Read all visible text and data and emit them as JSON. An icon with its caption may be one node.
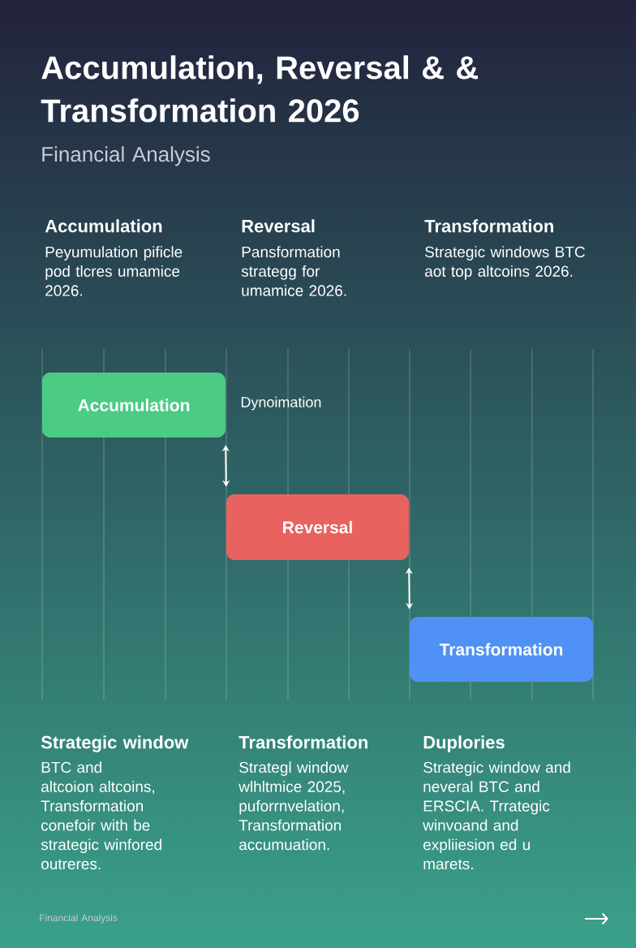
{
  "diagram": {
    "title": "Accumulation, Reversal & & Transformation 2026",
    "nodes": [
      {
        "text": [
          "Accumulation"
        ],
        "beside": [
          "Dynoimation"
        ]
      },
      {
        "text": [
          "Reversal"
        ]
      },
      {
        "text": [
          "Transformation"
        ]
      }
    ],
    "edges": [
      {
        "from": 0,
        "to": 1,
        "arrow": "both"
      },
      {
        "from": 1,
        "to": 2,
        "arrow": "both"
      }
    ],
    "labels": [
      "Financial Analysis",
      "Accumulation",
      "Peyumulation pificle pod tlcres umamice 2026.",
      "Reversal",
      "Pansformation strategg for umamice 2026.",
      "Transformation",
      "Strategic windows BTC aot top altcoins 2026.",
      "Strategic window",
      "BTC and altcoion altcoins, Transformation conefoir with be strategic winfored outreres.",
      "Transformation",
      "Strategl window wlhltmice 2025, puforrnvelation, Transformation accumuation.",
      "Duplories",
      "Strategic window and neveral BTC and ERSCIA. Trrategic winvoand and expliiesion ed u marets.",
      "Financial Analysis"
    ]
  }
}
